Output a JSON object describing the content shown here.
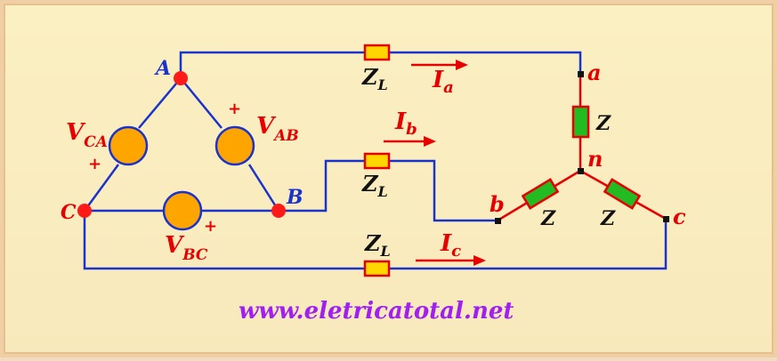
{
  "nodes": {
    "A": "A",
    "B": "B",
    "C": "C",
    "a": "a",
    "b": "b",
    "c": "c",
    "n": "n"
  },
  "sources": {
    "vab": {
      "main": "V",
      "sub": "AB"
    },
    "vbc": {
      "main": "V",
      "sub": "BC"
    },
    "vca": {
      "main": "V",
      "sub": "CA"
    },
    "polarity": "+"
  },
  "line_impedance": {
    "main": "Z",
    "sub": "L"
  },
  "load_impedance": "Z",
  "currents": {
    "ia": {
      "main": "I",
      "sub": "a"
    },
    "ib": {
      "main": "I",
      "sub": "b"
    },
    "ic": {
      "main": "I",
      "sub": "c"
    }
  },
  "watermark": "www.eletricatotal.net",
  "colors": {
    "wire_source": "#1a33cc",
    "wire_load": "#e60000",
    "source_fill": "#ffa500",
    "line_impedance_fill": "#ffd700",
    "load_impedance_fill": "#22bb22",
    "label_red": "#e60000",
    "label_blue": "#1a33cc",
    "watermark": "#a020f0",
    "background": "#faebbd"
  }
}
